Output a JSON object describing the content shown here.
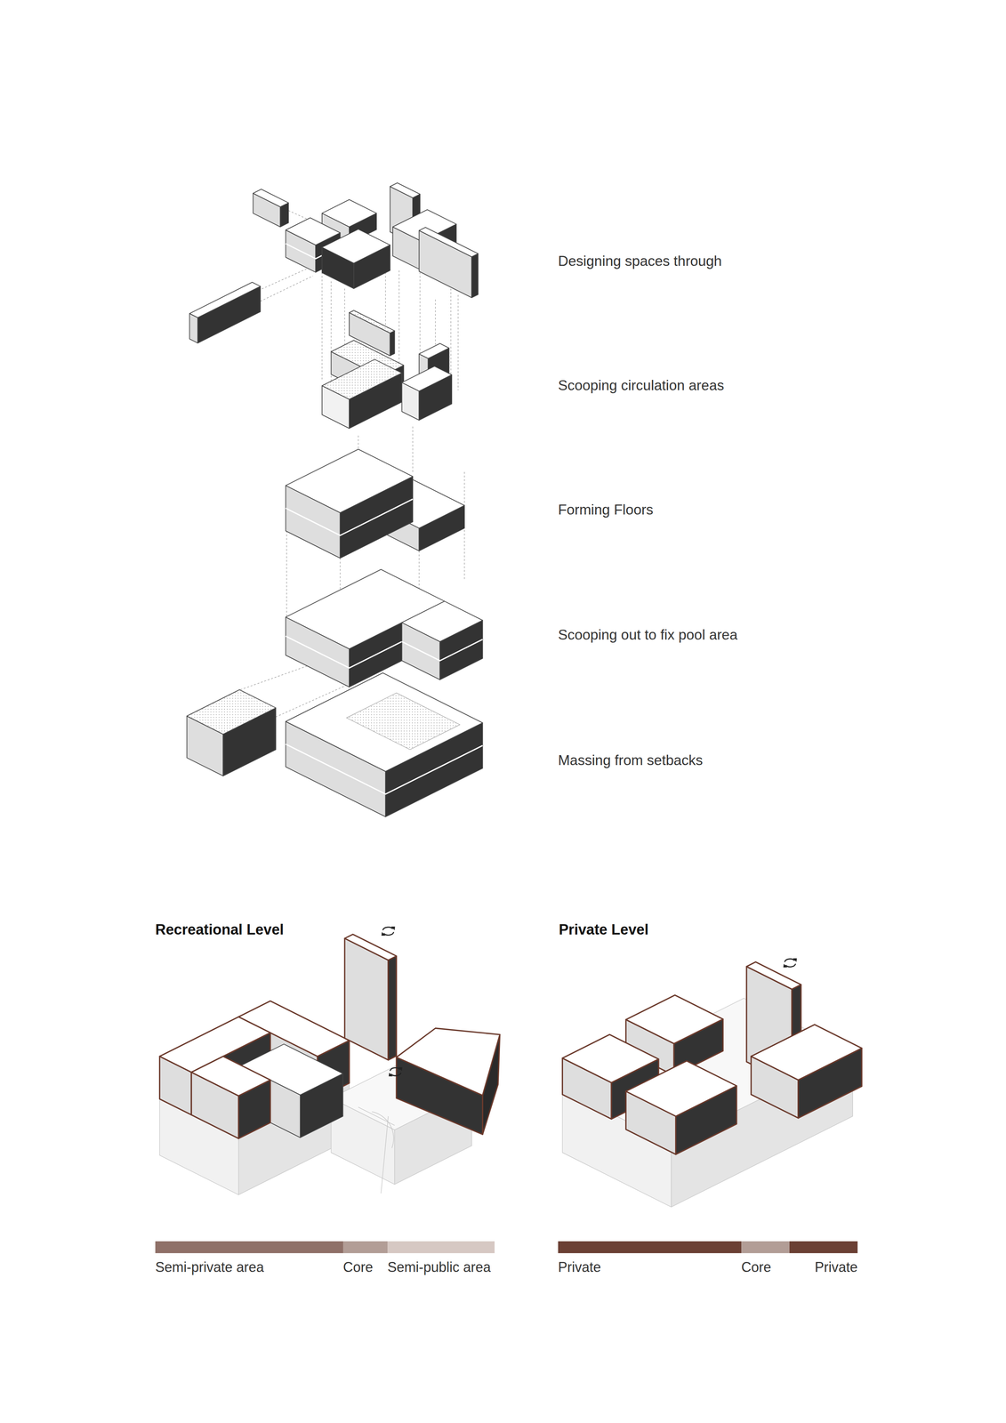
{
  "diagram": {
    "labels": [
      "Designing spaces through",
      "Scooping circulation areas",
      "Forming Floors",
      "Scooping out to fix pool area",
      "Massing from setbacks",
      "Recreational Level",
      "Private Level"
    ],
    "legend": [
      {
        "text": "Semi-private area",
        "color": "#8f7068"
      },
      {
        "text": "Core",
        "color": "#b29d96"
      },
      {
        "text": "Semi-public area",
        "color": "#d6c8c3"
      },
      {
        "text": "Private",
        "color": "#6b4034"
      },
      {
        "text": "Core",
        "color": "#b29d96"
      },
      {
        "text": "Private",
        "color": "#6b4034"
      }
    ]
  }
}
